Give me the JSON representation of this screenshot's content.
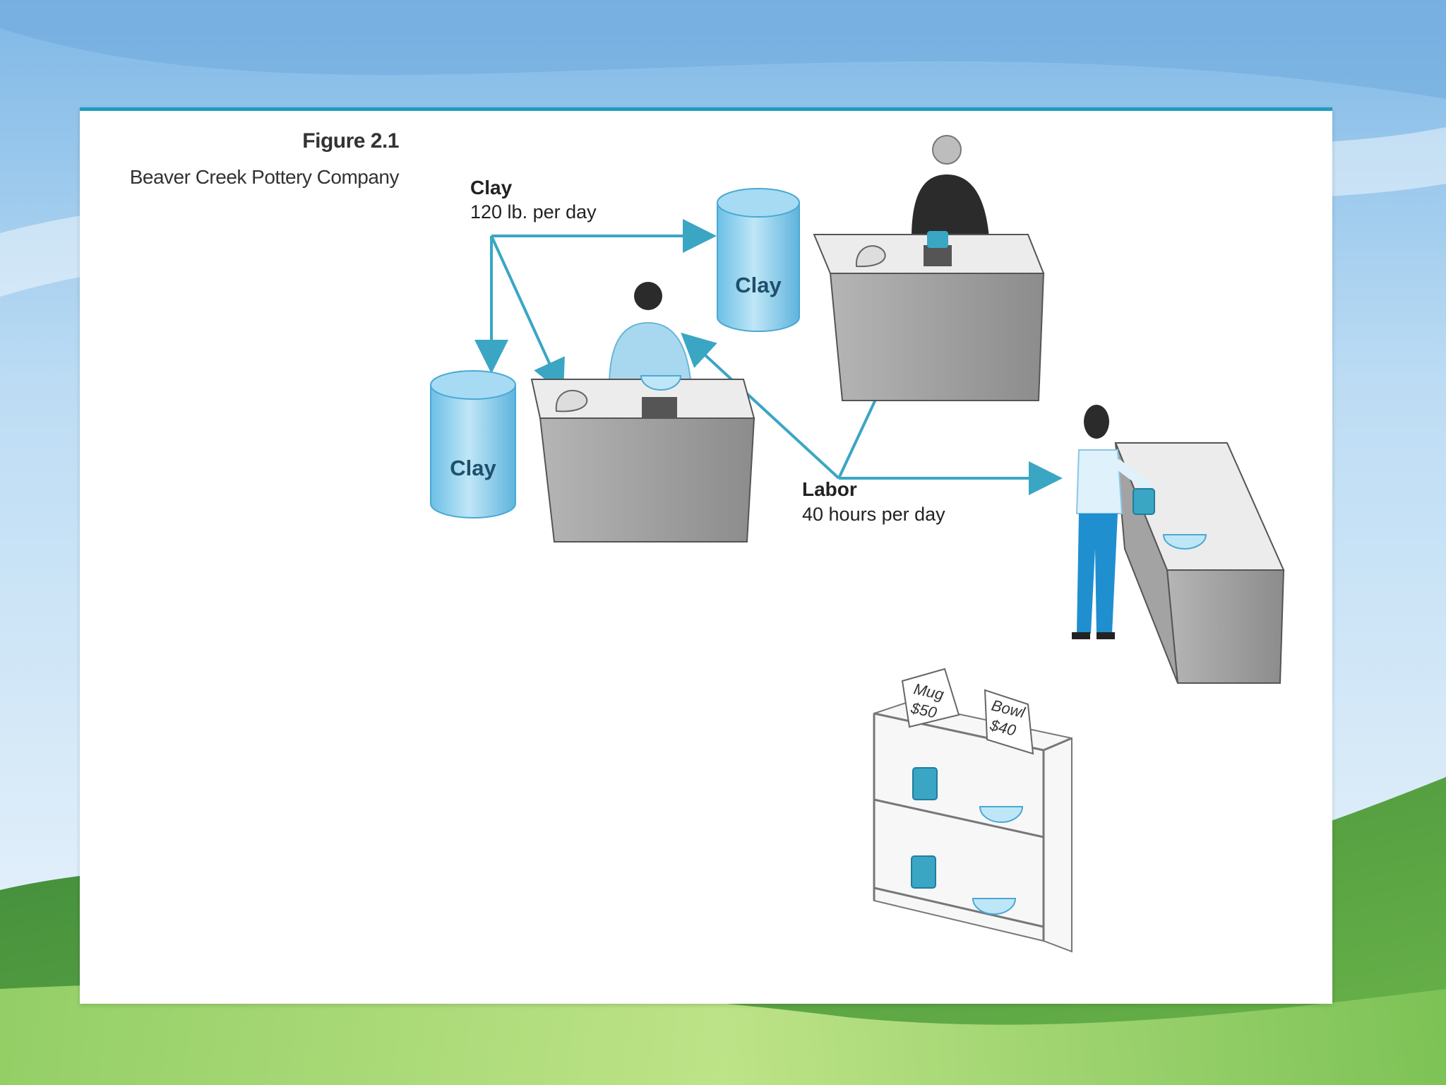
{
  "figure": {
    "title": "Figure 2.1",
    "subtitle": "Beaver Creek Pottery Company"
  },
  "inputs": {
    "clay_title": "Clay",
    "clay_amount": "120 lb. per day",
    "labor_title": "Labor",
    "labor_amount": "40 hours per day"
  },
  "barrels": {
    "left": "Clay",
    "right": "Clay"
  },
  "shelf_signs": {
    "mug_name": "Mug",
    "mug_price": "$50",
    "bowl_name": "Bowl",
    "bowl_price": "$40"
  },
  "colors": {
    "accent": "#1f9bc0",
    "arrow": "#3aa6c4",
    "barrel": "#8dd0ee",
    "desk_side": "#9b9b9b",
    "desk_top": "#e8e8e8",
    "sky": "#a9d3f0",
    "grass": "#6aa84f"
  }
}
